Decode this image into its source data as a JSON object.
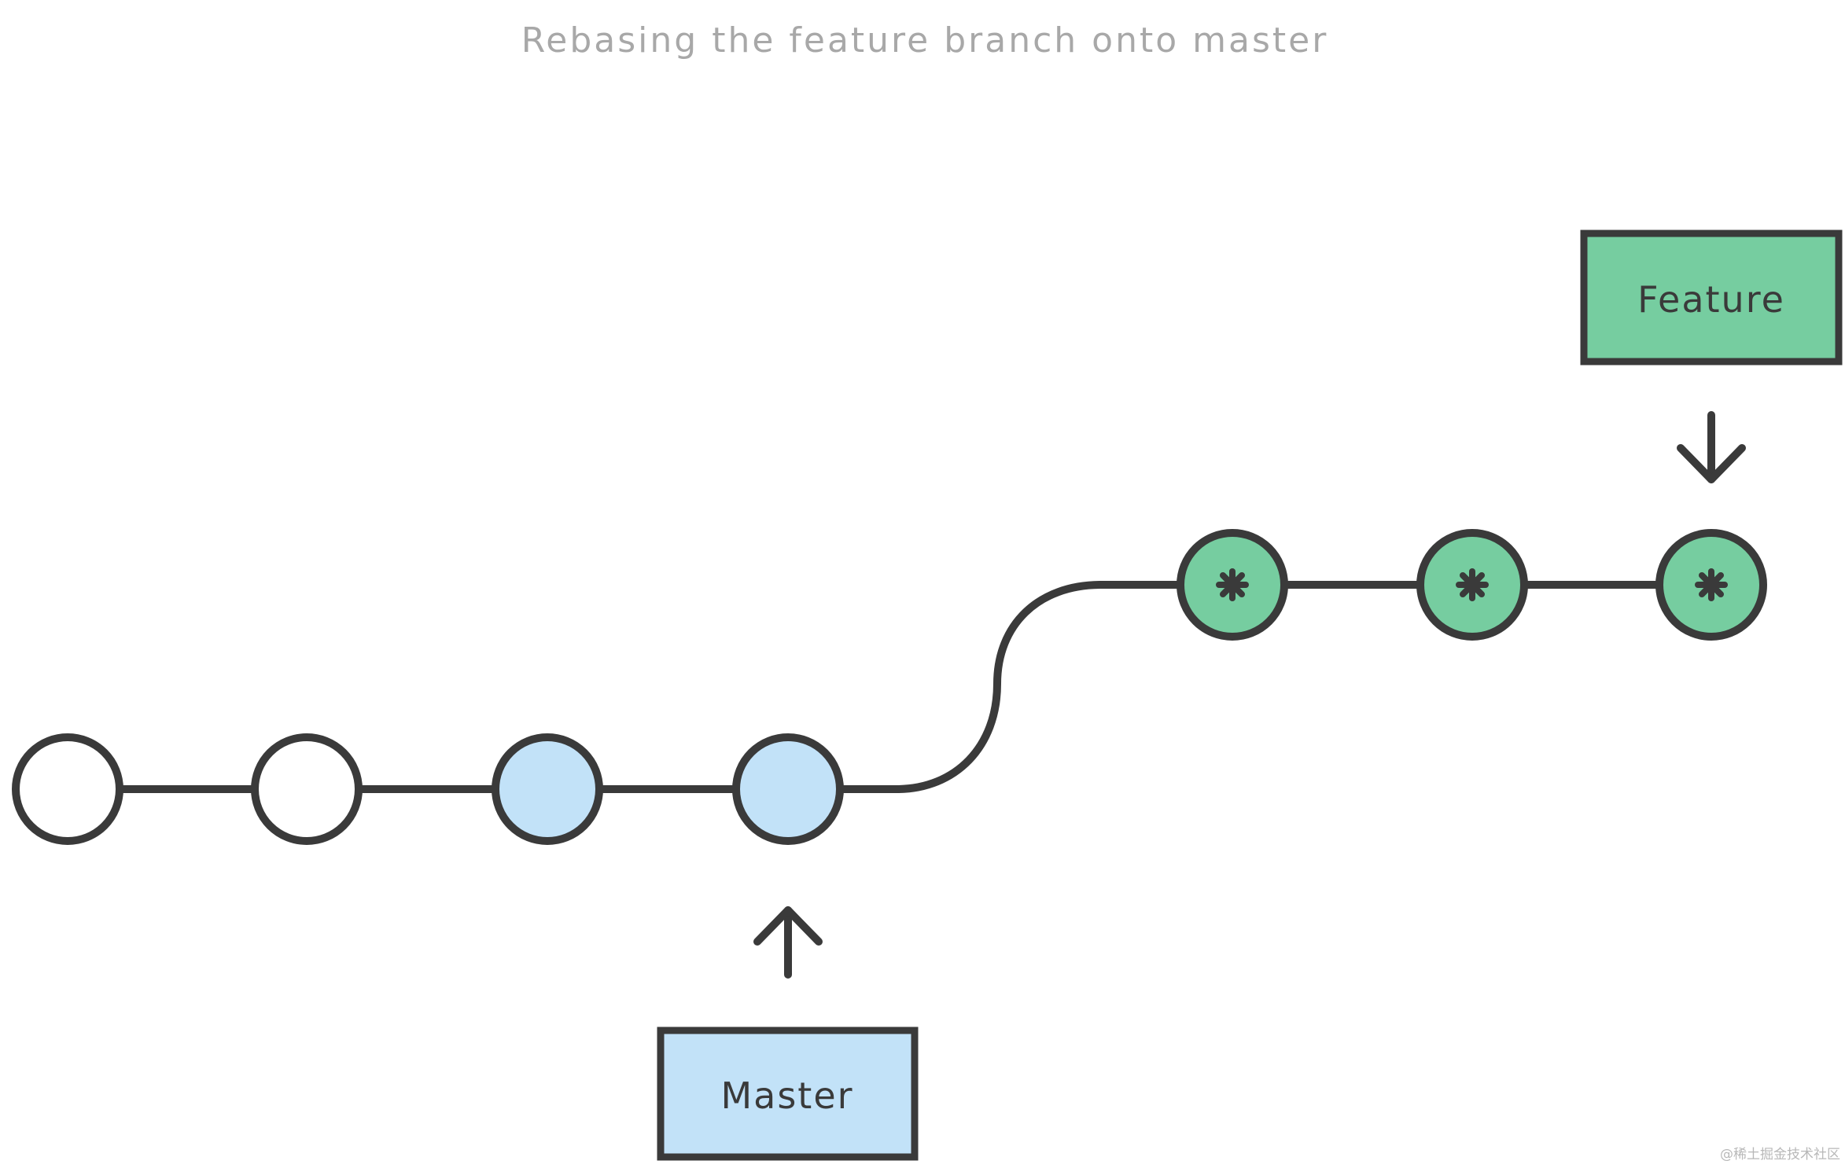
{
  "diagram": {
    "title": "Rebasing the feature branch onto master",
    "master_label": "Master",
    "feature_label": "Feature",
    "watermark": "@稀土掘金技术社区"
  },
  "commits": [
    {
      "branch": "base",
      "fill": "#ffffff",
      "marked": false
    },
    {
      "branch": "base",
      "fill": "#ffffff",
      "marked": false
    },
    {
      "branch": "master",
      "fill": "#c2e2f8",
      "marked": false
    },
    {
      "branch": "master",
      "fill": "#c2e2f8",
      "marked": false
    },
    {
      "branch": "feature",
      "fill": "#76cda0",
      "marked": true
    },
    {
      "branch": "feature",
      "fill": "#76cda0",
      "marked": true
    },
    {
      "branch": "feature",
      "fill": "#76cda0",
      "marked": true
    }
  ],
  "colors": {
    "stroke": "#3a3a3a",
    "title": "#a8a8a8",
    "master": "#c2e2f8",
    "feature": "#76cda0",
    "watermark": "#b8b8b8"
  }
}
